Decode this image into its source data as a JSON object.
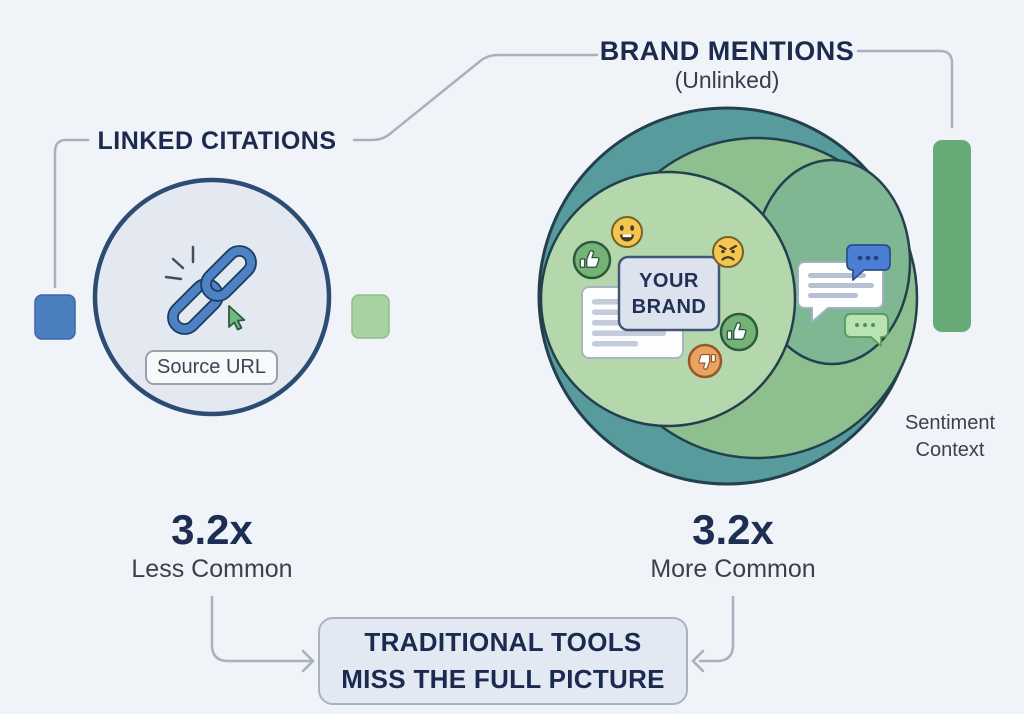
{
  "left_panel": {
    "heading": "LINKED CITATIONS",
    "source_pill": "Source URL",
    "stat_value": "3.2x",
    "stat_label": "Less Common"
  },
  "right_panel": {
    "heading": "BRAND MENTIONS",
    "subheading": "(Unlinked)",
    "brand_box": "YOUR\nBRAND",
    "sentiment_label": "Sentiment\nContext",
    "stat_value": "3.2x",
    "stat_label": "More Common"
  },
  "footer": {
    "message": "TRADITIONAL TOOLS\nMISS THE FULL PICTURE"
  },
  "icons": {
    "left_circle": [
      "link-icon",
      "click-sparkles-icon",
      "cursor-icon"
    ],
    "venn": [
      "smiley-face-icon",
      "angry-face-icon",
      "thumbs-up-icon",
      "thumbs-down-icon",
      "document-lines-icon",
      "chat-bubble-white-icon",
      "chat-bubble-blue-icon",
      "chat-bubble-green-icon"
    ]
  },
  "colors": {
    "background": "#f0f3f7",
    "heading_navy": "#1c2a4e",
    "text_dark": "#38414d",
    "outline_dark": "#24404d",
    "venn_outer_teal": "#579b9c",
    "venn_middle_green": "#8dc08e",
    "venn_right_green": "#7fb793",
    "venn_left_green": "#b4d8ab",
    "citation_fill": "#e4e9f1",
    "citation_border": "#2c4c74",
    "link_blue": "#4d82c4",
    "link_outline": "#1e3c63",
    "cursor_green": "#6fbc81",
    "legend_blue": "#4b7fc0",
    "legend_green": "#a7d3a1",
    "sentiment_green": "#67aa78",
    "emoji_yellow": "#f2c74f",
    "badge_green": "#74b275",
    "badge_orange": "#e8a361",
    "bubble_blue": "#4c7ed3",
    "connector_gray": "#a8b1bf",
    "box_fill": "#e3e9f2",
    "box_border": "#a9b3c0"
  }
}
